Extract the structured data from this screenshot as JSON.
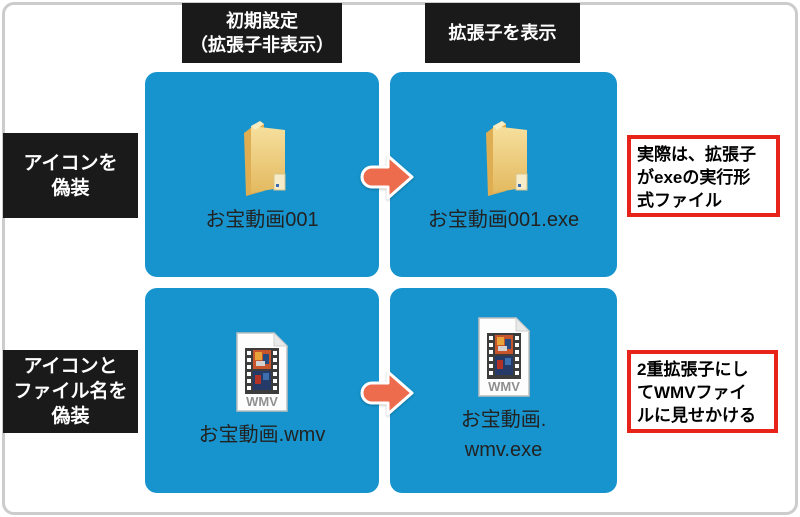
{
  "colors": {
    "panel_blue": "#1794cd",
    "arrow_orange": "#ec6c4d",
    "label_bg": "#1a1a1a",
    "callout_red": "#e8231a",
    "border_gray": "#cccccc",
    "text_dark": "#222222"
  },
  "column_headers": {
    "initial_settings": "初期設定\n（拡張子非表示）",
    "show_extensions": "拡張子を表示"
  },
  "row_labels": {
    "icon_disguise": "アイコンを\n偽装",
    "icon_and_name_disguise": "アイコンと\nファイル名を\n偽装"
  },
  "panels": {
    "top_left": {
      "icon": "folder-icon",
      "filename": "お宝動画001"
    },
    "top_right": {
      "icon": "folder-icon",
      "filename": "お宝動画001.exe"
    },
    "bottom_left": {
      "icon": "wmv-file-icon",
      "filename": "お宝動画.wmv"
    },
    "bottom_right": {
      "icon": "wmv-file-icon",
      "filename": "お宝動画.\nwmv.exe"
    }
  },
  "wmv_icon_label": "WMV",
  "callouts": {
    "top": "実際は、拡張子\nがexeの実行形\n式ファイル",
    "bottom": "2重拡張子にし\nてWMVファイ\nルに見せかける"
  },
  "icons": {
    "arrow": "arrow-right-icon",
    "folder": "folder-icon",
    "wmv_file": "wmv-file-icon"
  }
}
